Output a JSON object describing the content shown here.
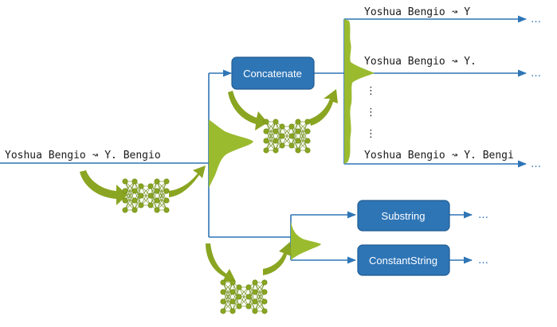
{
  "input": {
    "text": "Yoshua Bengio ↝ Y. Bengio"
  },
  "boxes": {
    "concatenate": "Concatenate",
    "substring": "Substring",
    "constant_string": "ConstantString"
  },
  "candidates": [
    "Yoshua Bengio ↝ Y",
    "Yoshua Bengio ↝ Y.",
    "Yoshua Bengio ↝ Y. Bengi"
  ],
  "ellipsis": "…",
  "vertical_ellipsis": "⋮",
  "colors": {
    "line": "#2e75b6",
    "box_fill": "#2e75b6",
    "box_stroke": "#1f5b91",
    "network": "#8aa521",
    "network_dark": "#6b8a14",
    "distribution": "#9bbb2f"
  }
}
